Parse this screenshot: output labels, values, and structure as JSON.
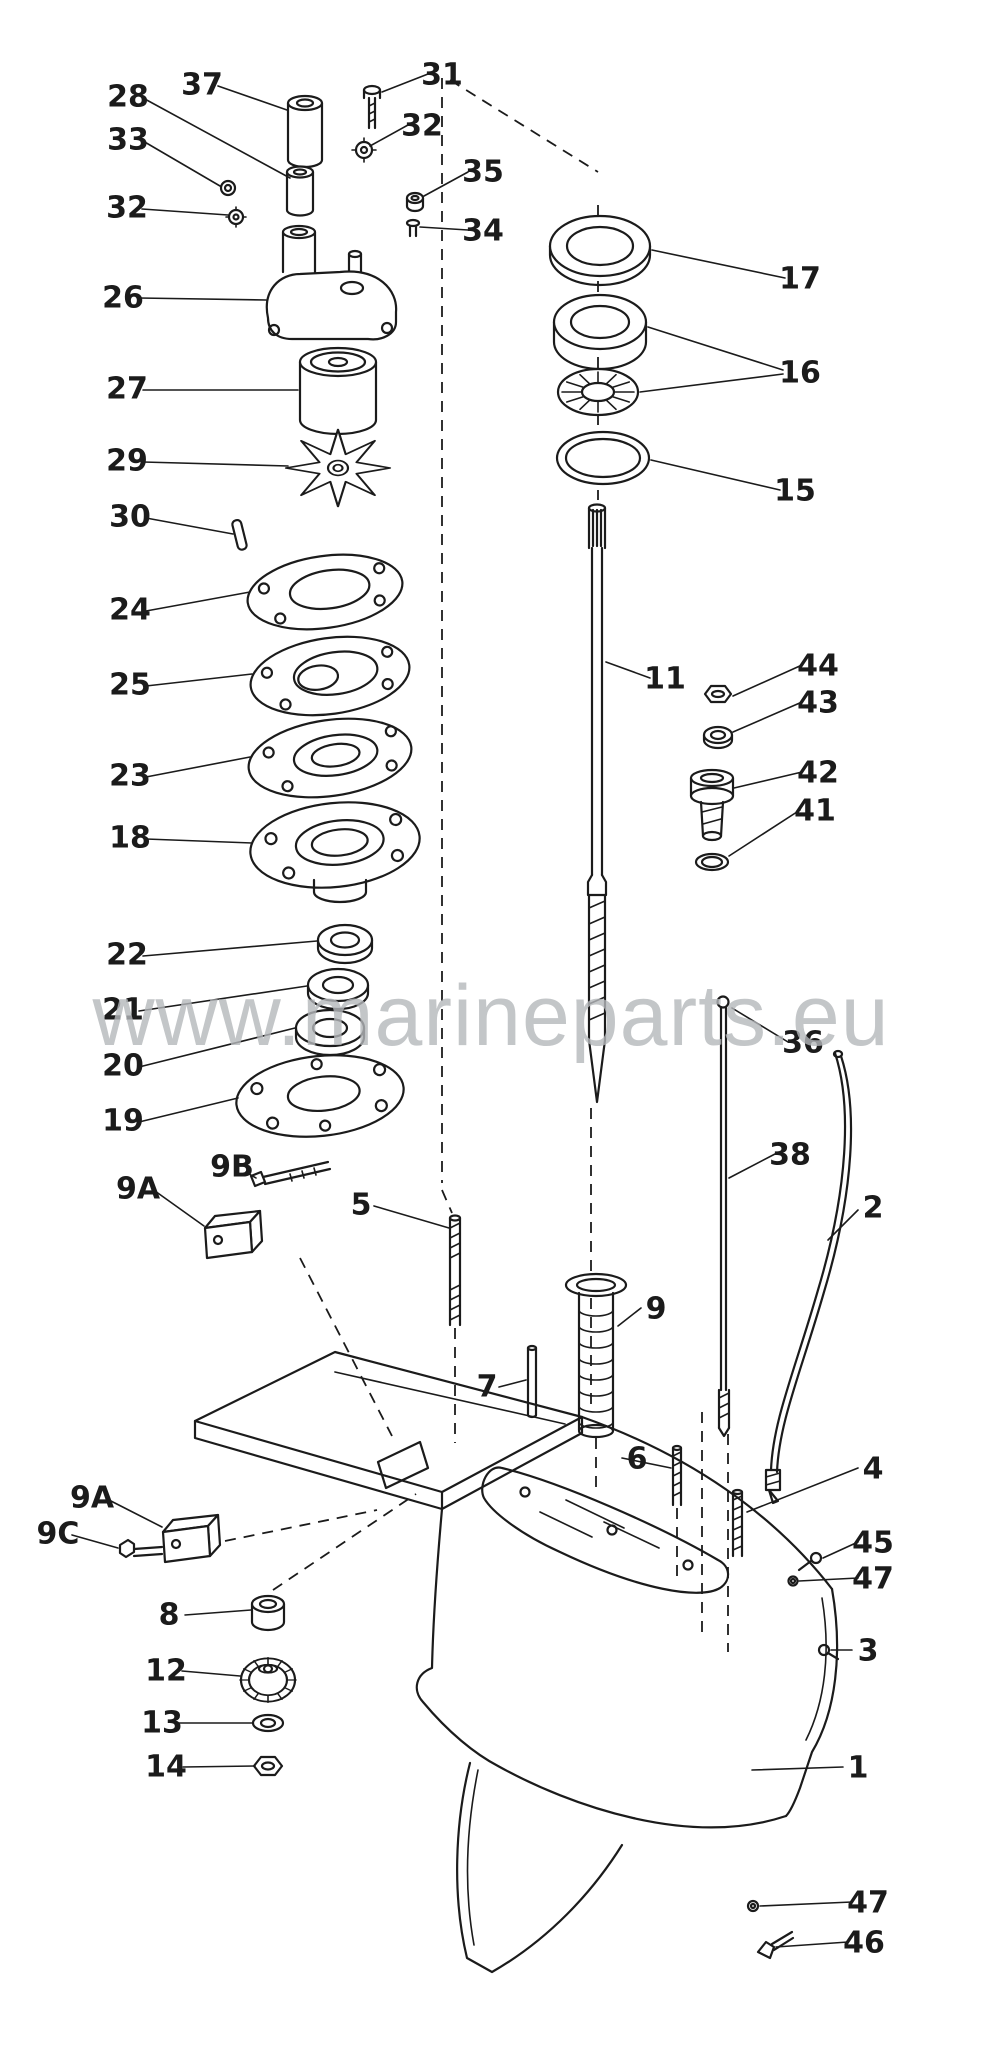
{
  "watermark": {
    "text": "www.marineparts.eu"
  },
  "colors": {
    "ink": "#1b1b1b",
    "watermark": "#b5b8bb",
    "background": "#ffffff"
  },
  "callouts": {
    "p37": {
      "label": "37"
    },
    "p28": {
      "label": "28"
    },
    "p33": {
      "label": "33"
    },
    "p32L": {
      "label": "32"
    },
    "p26": {
      "label": "26"
    },
    "p27": {
      "label": "27"
    },
    "p29": {
      "label": "29"
    },
    "p30": {
      "label": "30"
    },
    "p24": {
      "label": "24"
    },
    "p25": {
      "label": "25"
    },
    "p23": {
      "label": "23"
    },
    "p18": {
      "label": "18"
    },
    "p22": {
      "label": "22"
    },
    "p21": {
      "label": "21"
    },
    "p20": {
      "label": "20"
    },
    "p19": {
      "label": "19"
    },
    "p9B": {
      "label": "9B"
    },
    "p9A1": {
      "label": "9A"
    },
    "p5": {
      "label": "5"
    },
    "p7": {
      "label": "7"
    },
    "p8": {
      "label": "8"
    },
    "p12": {
      "label": "12"
    },
    "p13": {
      "label": "13"
    },
    "p14": {
      "label": "14"
    },
    "p9A2": {
      "label": "9A"
    },
    "p9C": {
      "label": "9C"
    },
    "p31": {
      "label": "31"
    },
    "p32R": {
      "label": "32"
    },
    "p35": {
      "label": "35"
    },
    "p34": {
      "label": "34"
    },
    "p17": {
      "label": "17"
    },
    "p16": {
      "label": "16"
    },
    "p15": {
      "label": "15"
    },
    "p11": {
      "label": "11"
    },
    "p44": {
      "label": "44"
    },
    "p43": {
      "label": "43"
    },
    "p42": {
      "label": "42"
    },
    "p41": {
      "label": "41"
    },
    "p36": {
      "label": "36"
    },
    "p38": {
      "label": "38"
    },
    "p2": {
      "label": "2"
    },
    "p9": {
      "label": "9"
    },
    "p6": {
      "label": "6"
    },
    "p4": {
      "label": "4"
    },
    "p45": {
      "label": "45"
    },
    "p47a": {
      "label": "47"
    },
    "p3": {
      "label": "3"
    },
    "p1": {
      "label": "1"
    },
    "p47b": {
      "label": "47"
    },
    "p46": {
      "label": "46"
    }
  }
}
